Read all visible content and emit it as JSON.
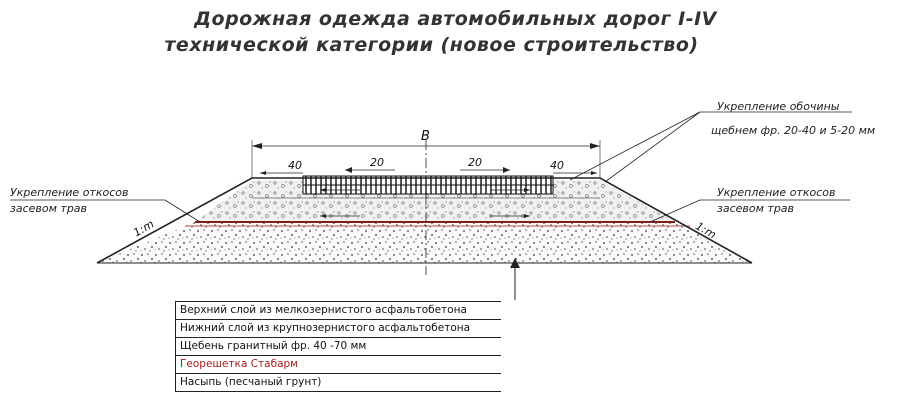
{
  "title": {
    "line1": "Дорожная одежда автомобильных дорог I-IV",
    "line2": "технической категории (новое строительство)"
  },
  "dimensions": {
    "width_label": "B",
    "left_shoulder": "40",
    "left_lane": "20",
    "right_lane": "20",
    "right_shoulder": "40",
    "slope_left": "1:m",
    "slope_right": "1:m"
  },
  "annotations": {
    "shoulder_line1": "Укрепление обочины",
    "shoulder_line2": "щебнем фр. 20-40 и 5-20 мм",
    "slopes_left_line1": "Укрепление откосов",
    "slopes_left_line2": "засевом трав",
    "slopes_right_line1": "Укрепление откосов",
    "slopes_right_line2": "засевом трав"
  },
  "legend": [
    {
      "label": "Верхний слой из мелкозернистого асфальтобетона",
      "color": "#111111"
    },
    {
      "label": "Нижний слой из крупнозернистого асфальтобетона",
      "color": "#111111"
    },
    {
      "label": "Щебень гранитный фр. 40 -70 мм",
      "color": "#111111"
    },
    {
      "label": "Георешетка Стабарм",
      "color": "#a31d1d"
    },
    {
      "label": "Насыпь (песчаный грунт)",
      "color": "#111111"
    }
  ],
  "colors": {
    "line": "#222222",
    "geogrid": "#a31d1d"
  }
}
